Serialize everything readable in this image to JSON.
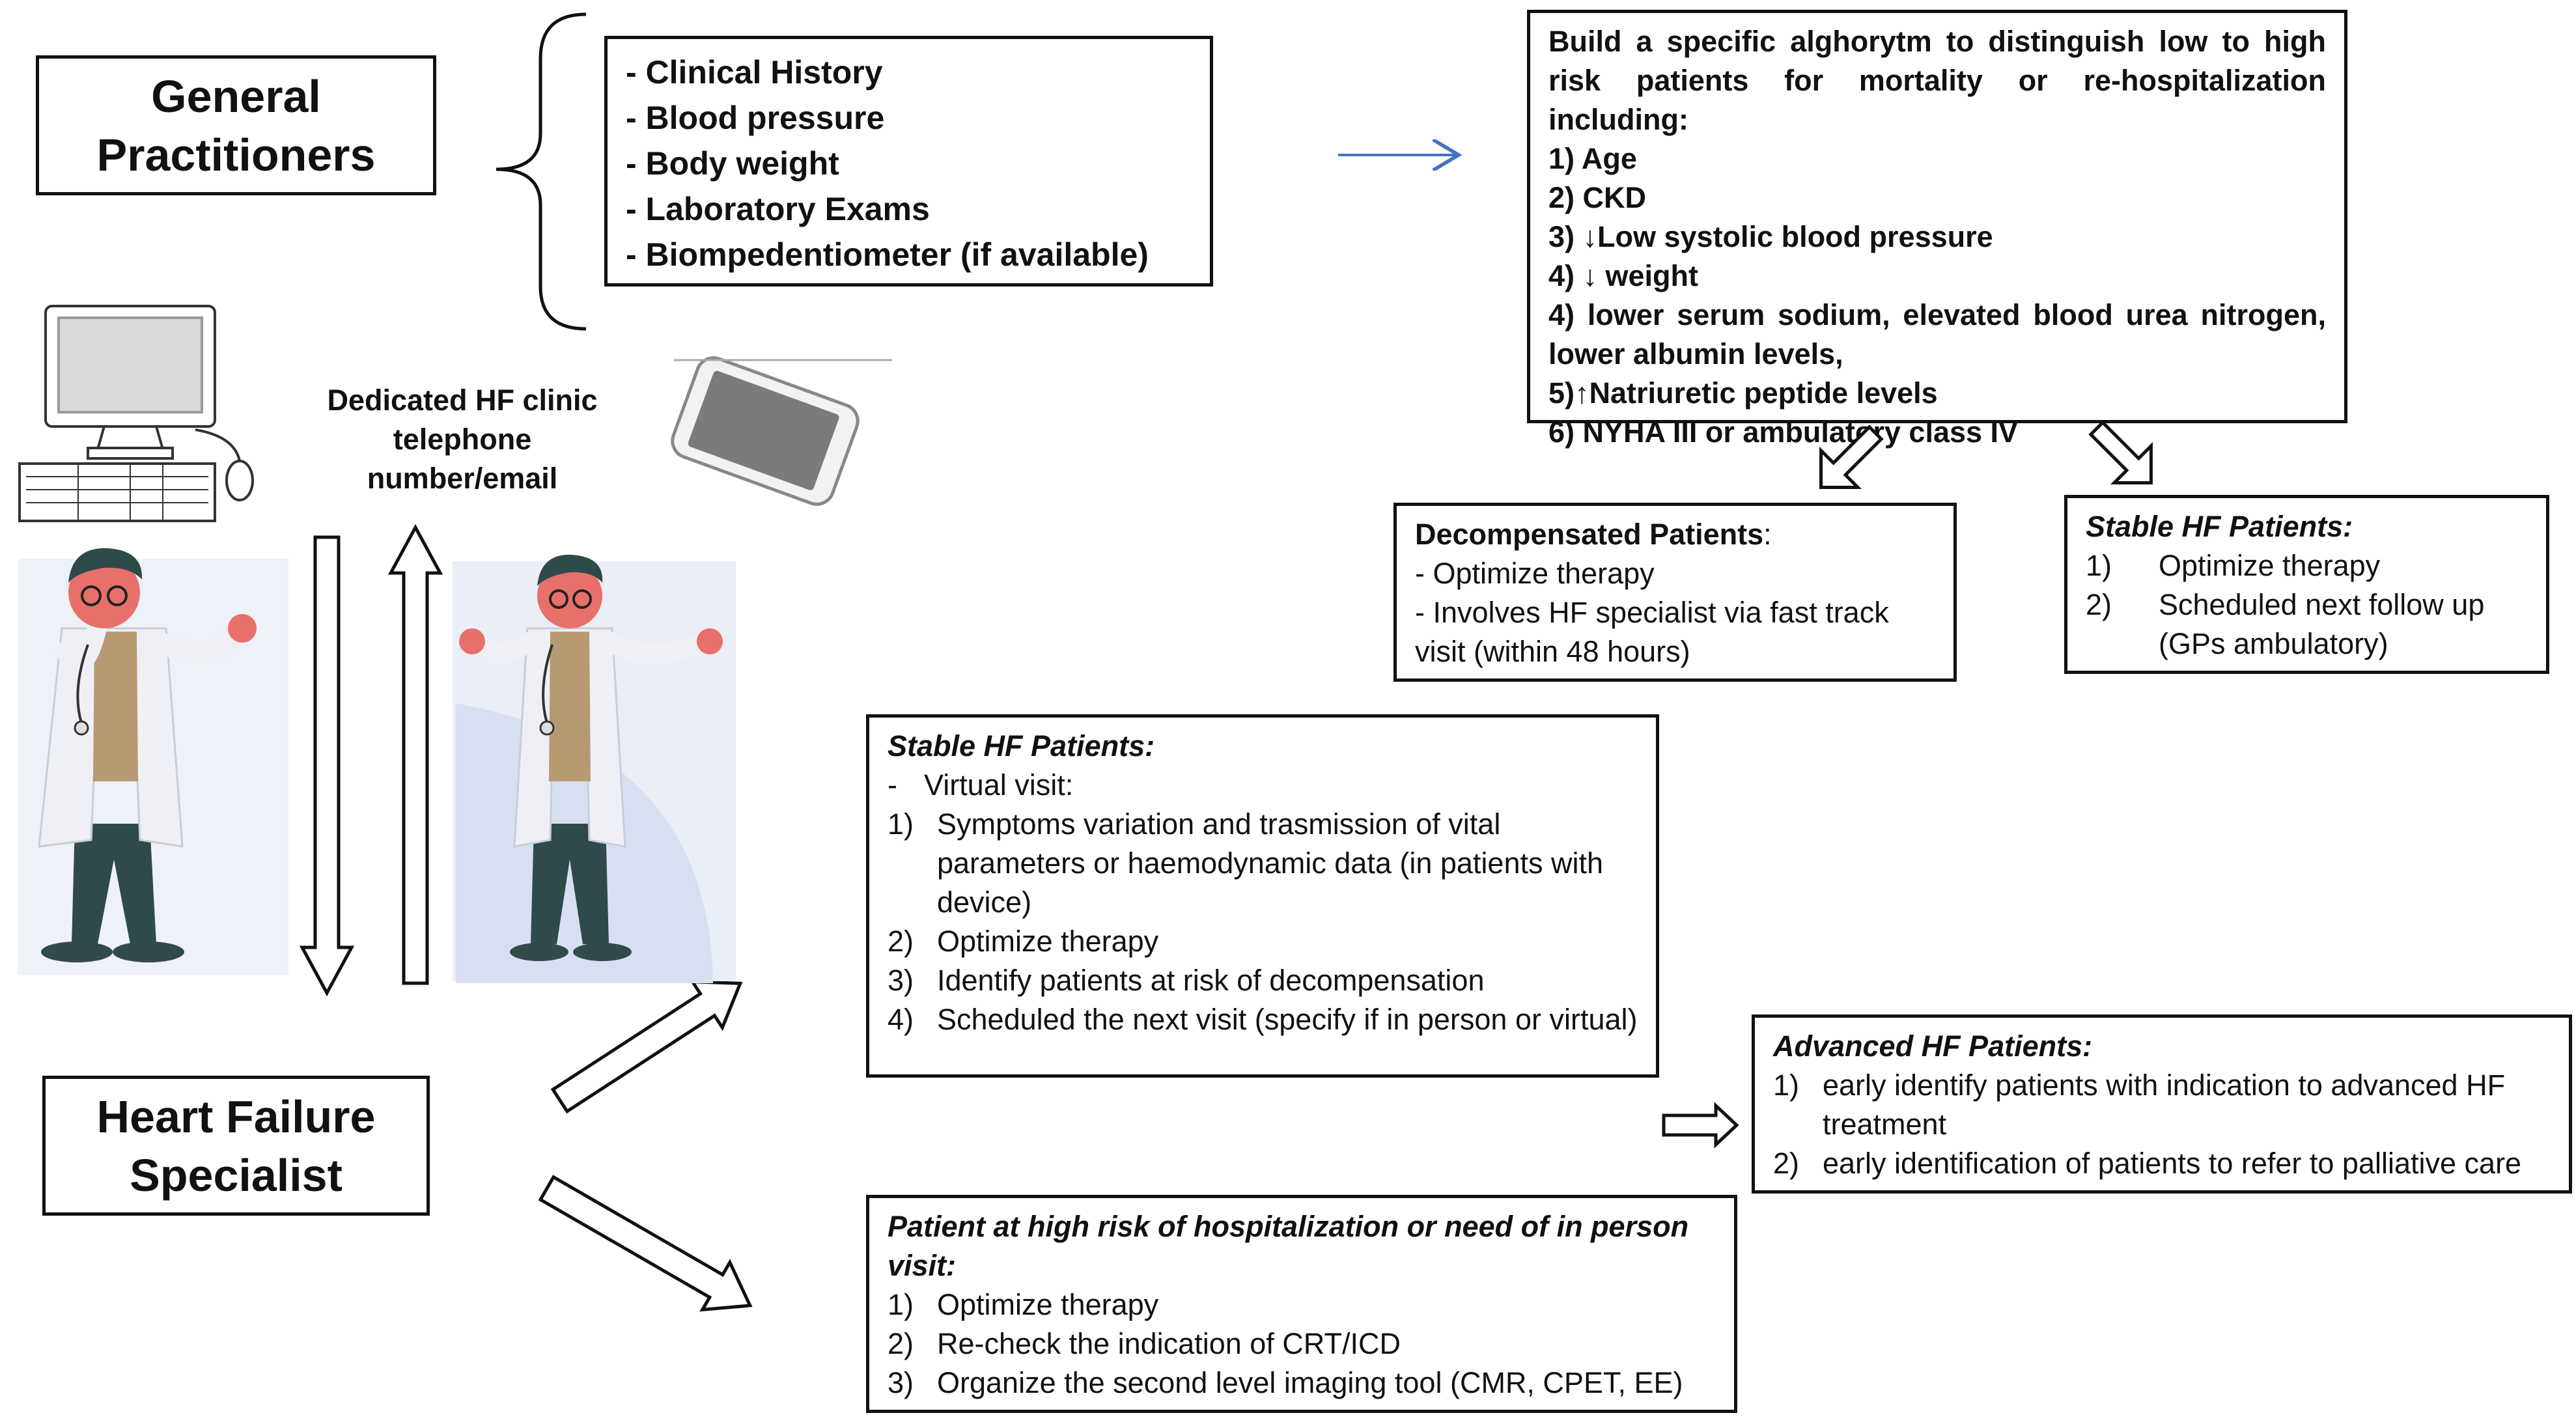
{
  "roles": {
    "gp": [
      "General",
      "Practitioners"
    ],
    "hfs": [
      "Heart Failure",
      "Specialist"
    ]
  },
  "gp_data_list": [
    "- Clinical History",
    "- Blood pressure",
    "- Body weight",
    "- Laboratory Exams",
    "- Biompedentiometer (if available)"
  ],
  "contact_label": [
    "Dedicated HF clinic telephone",
    "number/email"
  ],
  "algorithm": {
    "intro": "Build a specific alghorytm to distinguish low to high risk patients for mortality or re-hospitalization including:",
    "items": [
      "1) Age",
      "2) CKD",
      "3) ↓Low systolic blood pressure",
      "4) ↓ weight",
      "4) lower serum sodium, elevated blood urea nitrogen, lower albumin levels,",
      "5)↑Natriuretic peptide levels",
      "6) NYHA III or ambulatory class IV"
    ]
  },
  "decompensated": {
    "title": "Decompensated Patients",
    "title_suffix": ":",
    "items": [
      "- Optimize therapy",
      "- Involves HF specialist via fast track visit (within 48 hours)"
    ]
  },
  "stable_gp": {
    "title": "Stable HF Patients:",
    "items": [
      {
        "num": "1)",
        "text": "Optimize therapy"
      },
      {
        "num": "2)",
        "text": "Scheduled next follow up (GPs ambulatory)"
      }
    ]
  },
  "stable_hf": {
    "title": "Stable HF Patients:",
    "subtitle_dash": "-",
    "subtitle": "Virtual visit:",
    "items": [
      {
        "num": "1)",
        "text": "Symptoms variation and trasmission of vital parameters or haemodynamic data (in patients with device)"
      },
      {
        "num": "2)",
        "text": "Optimize therapy"
      },
      {
        "num": "3)",
        "text": "Identify patients at risk of decompensation"
      },
      {
        "num": "4)",
        "text": "Scheduled the next visit (specify if in person or virtual)"
      }
    ]
  },
  "advanced": {
    "title": "Advanced HF Patients:",
    "items": [
      {
        "num": "1)",
        "text": "early identify patients with indication to advanced HF treatment"
      },
      {
        "num": "2)",
        "text": "early identification of patients to refer to palliative care"
      }
    ]
  },
  "high_risk": {
    "title": "Patient at high risk of hospitalization or need of in person visit:",
    "items": [
      {
        "num": "1)",
        "text": "Optimize therapy"
      },
      {
        "num": "2)",
        "text": "Re-check the indication of CRT/ICD"
      },
      {
        "num": "3)",
        "text": "Organize the second level imaging tool (CMR, CPET, EE)"
      }
    ]
  },
  "icons": [
    "computer-icon",
    "smartphone-icon",
    "doctor-illustration"
  ],
  "colors": {
    "blue_arrow": "#4472c4",
    "skin": "#e8706a",
    "coat": "#eef0f6",
    "trousers": "#2f4a4a",
    "shirt": "#b89a72",
    "panel_bg": "#eaeef7"
  }
}
